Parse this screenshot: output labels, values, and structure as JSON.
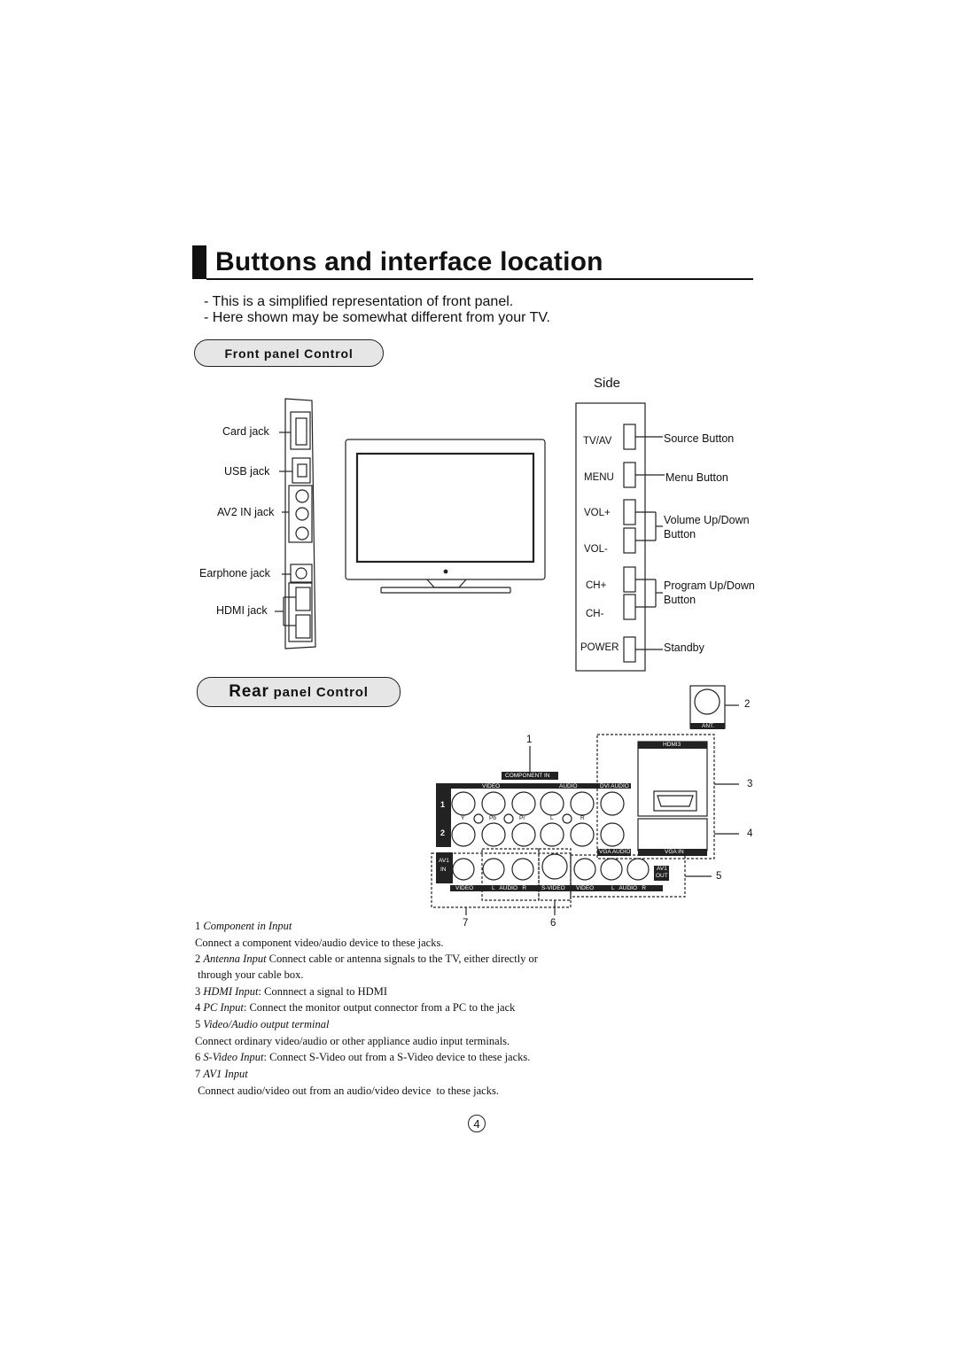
{
  "page": {
    "title": "Buttons and interface location",
    "intro": [
      "- This is a simplified representation of front panel.",
      "- Here shown may be somewhat different from your TV."
    ],
    "page_number": "4"
  },
  "front_panel": {
    "heading": "Front panel Control",
    "side_jacks": {
      "card_jack": "Card jack",
      "usb_jack": "USB jack",
      "av2_in_jack": "AV2 IN jack",
      "earphone_jack": "Earphone jack",
      "hdmi_jack": "HDMI jack"
    },
    "side_label": "Side",
    "buttons": {
      "tvav": "TV/AV",
      "menu": "MENU",
      "volp": "VOL+",
      "volm": "VOL-",
      "chp": "CH+",
      "chm": "CH-",
      "power": "POWER"
    },
    "button_desc": {
      "source": "Source Button",
      "menu": "Menu Button",
      "volume_1": "Volume Up/Down",
      "volume_2": "Button",
      "program_1": "Program Up/Down",
      "program_2": "Button",
      "standby": "Standby"
    }
  },
  "rear_panel": {
    "heading_part1": "Rear",
    "heading_part2": " panel Control",
    "callouts": {
      "c1": "1",
      "c2": "2",
      "c3": "3",
      "c4": "4",
      "c5": "5",
      "c6": "6",
      "c7": "7"
    },
    "labels": {
      "component_in": "COMPONENT IN",
      "video": "VIDEO",
      "audio": "AUDIO",
      "dvi_audio": "DVI AUDIO",
      "y": "Y",
      "pb": "Pb",
      "pr": "Pr",
      "l": "L",
      "r": "R",
      "vga_audio": "VGA AUDIO",
      "vga_in": "VGA IN",
      "hdmi3": "HDMI3",
      "ant": "ANT.",
      "av1_in_1": "AV1",
      "av1_in_2": "IN",
      "av1_out_1": "AV1",
      "av1_out_2": "OUT",
      "bottom_video": "VIDEO",
      "bottom_audio": "L   AUDIO   R",
      "bottom_svideo": "S-VIDEO",
      "bottom_video2": "VIDEO",
      "bottom_audio2": "L   AUDIO   R",
      "row1": "1",
      "row2": "2"
    }
  },
  "descriptions": {
    "d1_num": "1 ",
    "d1_title": "Component  in Input",
    "d1_text": "Connect a component video/audio device to these jacks.",
    "d2_num": "2 ",
    "d2_title": "Antenna Input",
    "d2_text": " Connect cable or antenna signals to the TV, either directly or",
    "d2_text2": " through your cable box.",
    "d3_num": "3 ",
    "d3_title": "HDMI Input",
    "d3_text": ":  Connnect a signal to HDMI",
    "d4_num": "4 ",
    "d4_title": "PC Input",
    "d4_text": ":  Connect the monitor output connector from a PC to the jack",
    "d5_num": "5 ",
    "d5_title": "Video/Audio output terminal",
    "d5_text": "Connect ordinary video/audio or other appliance audio input terminals.",
    "d6_num": "6 ",
    "d6_title": "S-Video Input",
    "d6_text": ":  Connect S-Video out from a S-Video device to these jacks.",
    "d7_num": "7 ",
    "d7_title": "AV1 Input",
    "d7_text": " Connect audio/video out from an audio/video device  to these jacks."
  }
}
